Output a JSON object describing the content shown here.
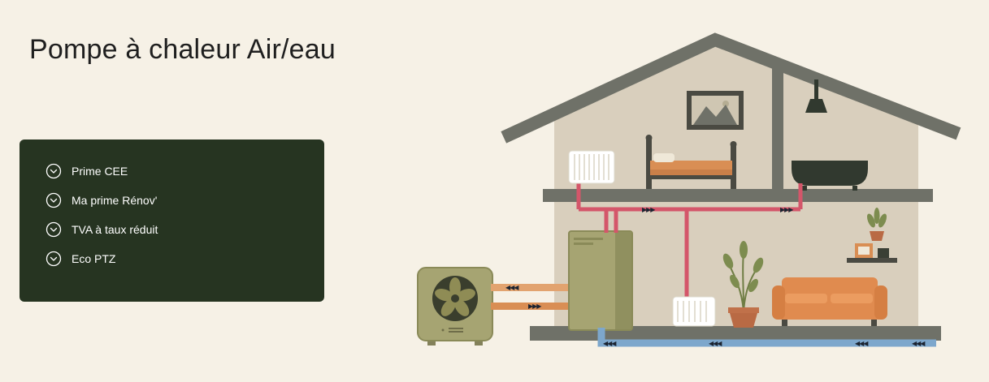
{
  "page": {
    "title": "Pompe à chaleur Air/eau",
    "background_color": "#f6f1e6",
    "title_color": "#1f1f1f"
  },
  "benefits_panel": {
    "background_color": "#263421",
    "text_color": "#ffffff",
    "items": [
      {
        "label": "Prime CEE",
        "icon": "chevron-down-circle-icon"
      },
      {
        "label": "Ma prime Rénov'",
        "icon": "chevron-down-circle-icon"
      },
      {
        "label": "TVA à taux réduit",
        "icon": "chevron-down-circle-icon"
      },
      {
        "label": "Eco PTZ",
        "icon": "chevron-down-circle-icon"
      }
    ]
  },
  "illustration": {
    "name": "air-water-heat-pump-house-cutaway",
    "components": [
      "outdoor-unit",
      "refrigerant-pipes",
      "indoor-heat-pump-unit",
      "heating-pipes",
      "underfloor-return-pipe",
      "radiator-upstairs",
      "radiator-downstairs",
      "bathtub",
      "shower",
      "bed",
      "picture-frame",
      "sofa",
      "potted-plant",
      "wall-shelf"
    ],
    "arrows": {
      "left": "◀◀◀",
      "right": "▶▶▶"
    },
    "colors": {
      "roof_and_structure": "#6f7168",
      "walls": "#d9cfbd",
      "unit_olive": "#a6a472",
      "refrigerant_pipe_orange": "#d98e54",
      "heating_pipe_pink": "#d4566a",
      "underfloor_pipe_blue": "#7da7cc",
      "arrow_dark": "#1b2330"
    }
  }
}
